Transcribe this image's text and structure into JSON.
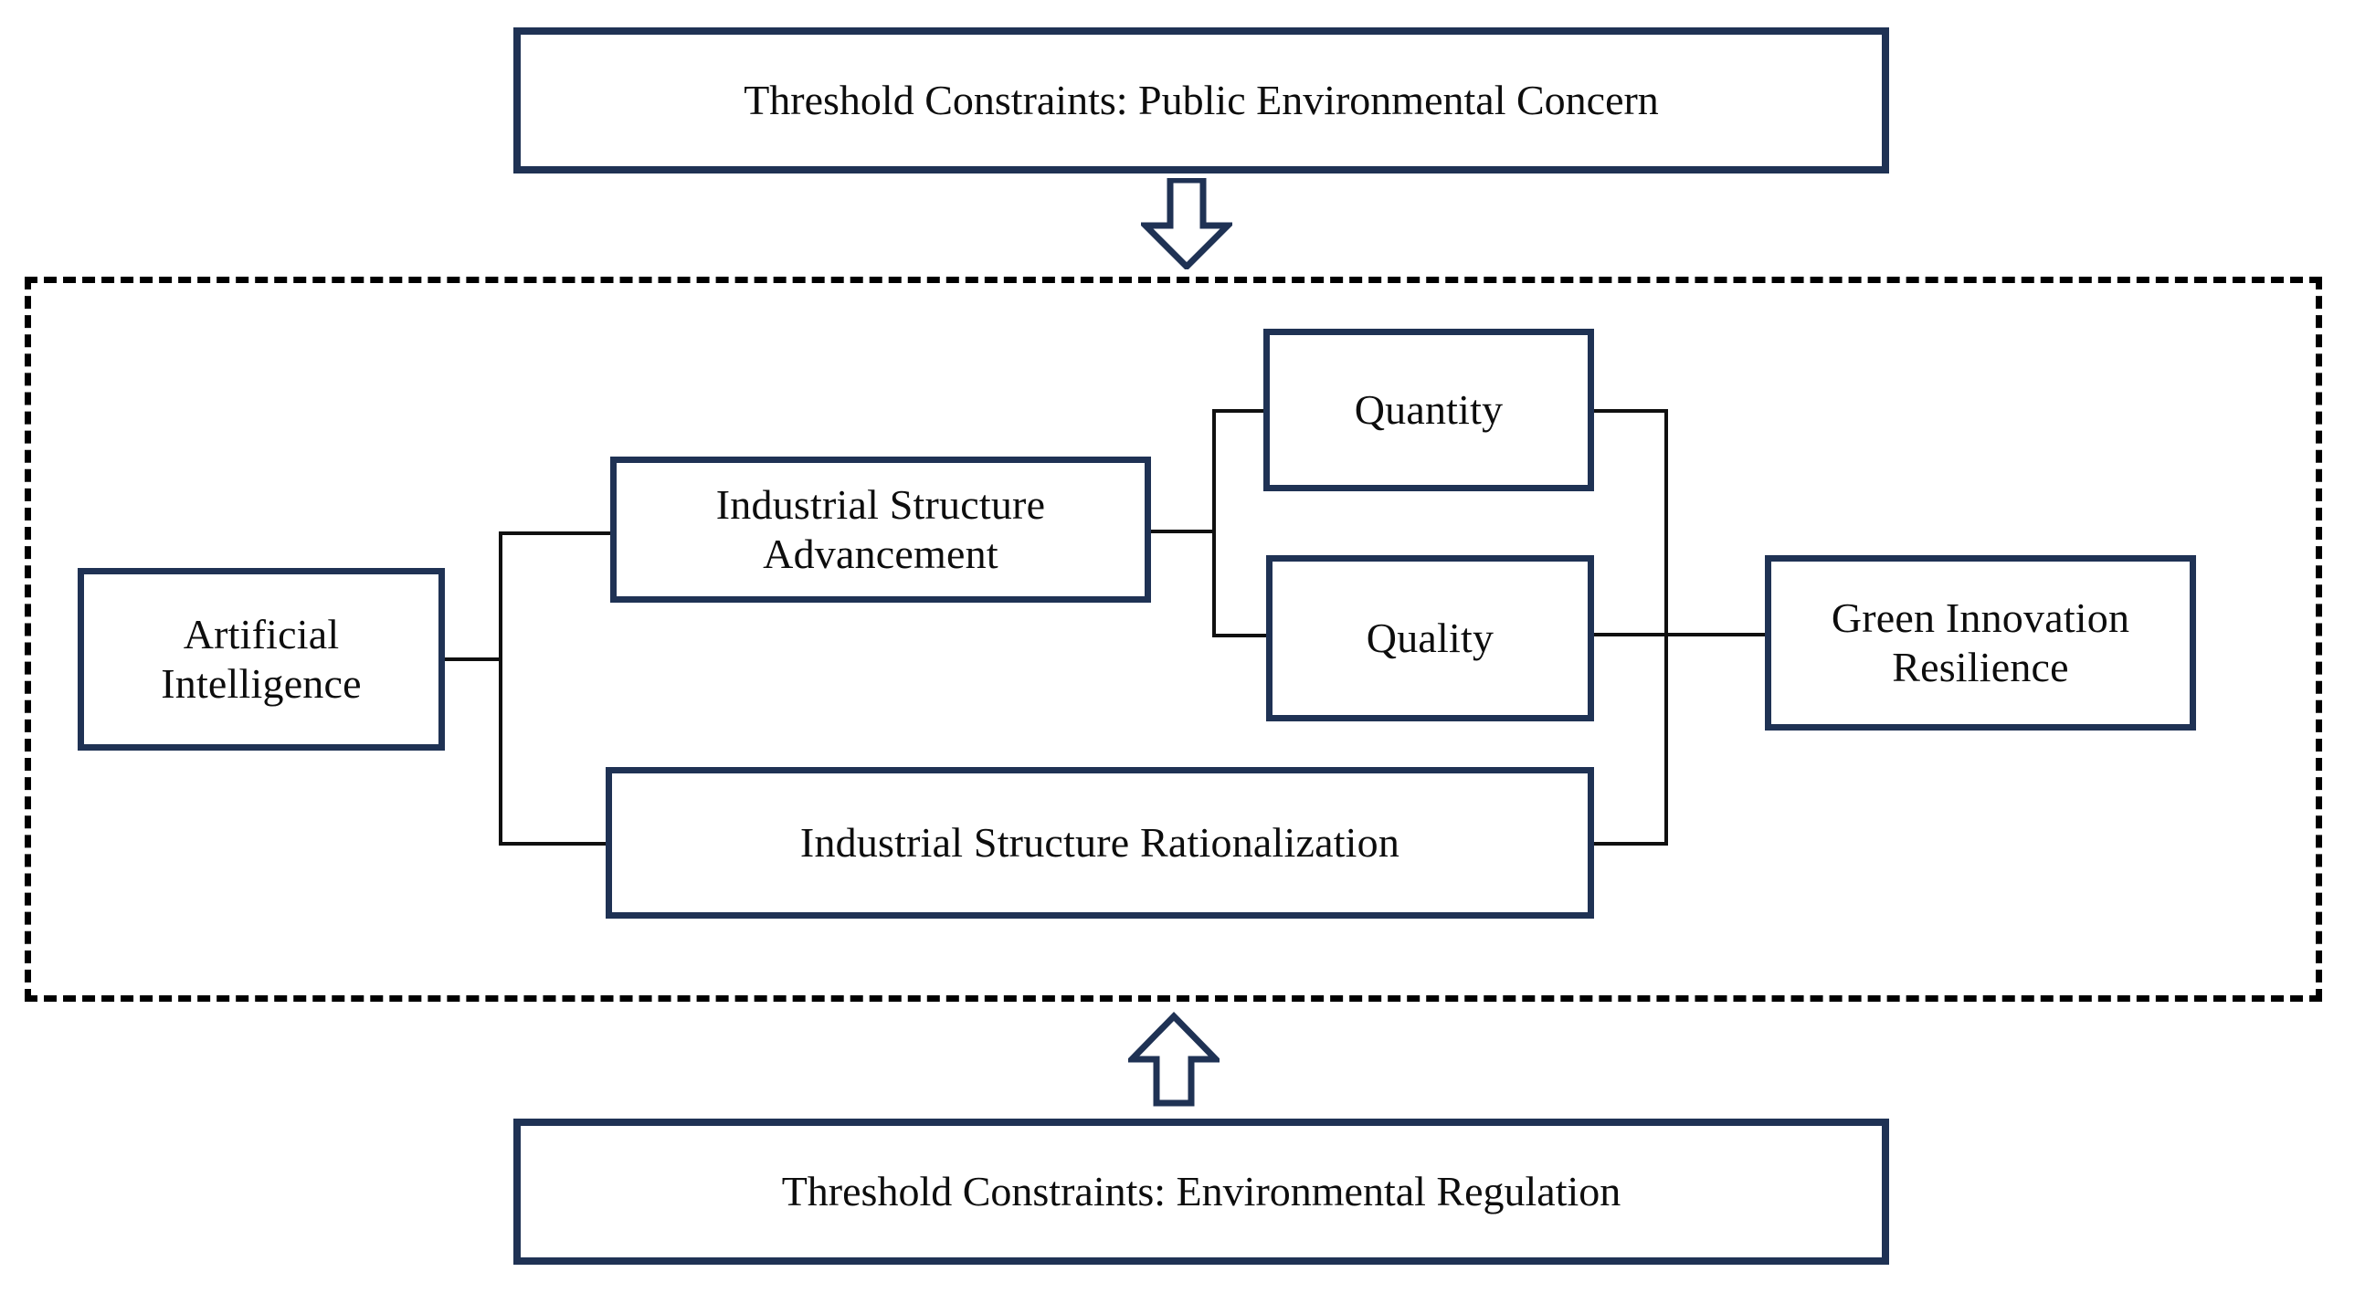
{
  "diagram": {
    "title_top": "Threshold Constraints: Public Environmental Concern",
    "title_bottom": "Threshold Constraints: Environmental Regulation",
    "colors": {
      "box_border": "#1f3254",
      "dashed_border": "#000000",
      "connector": "#101010",
      "arrow": "#1f3254",
      "text": "#0d0d0d",
      "background": "#ffffff"
    },
    "nodes": {
      "artificial_intelligence": "Artificial Intelligence",
      "industrial_structure_advancement": "Industrial Structure Advancement",
      "industrial_structure_rationalization": "Industrial Structure Rationalization",
      "quantity": "Quantity",
      "quality": "Quality",
      "green_innovation_resilience": "Green Innovation Resilience"
    },
    "arrows": {
      "top_down_arrow": "down-block-arrow",
      "bottom_up_arrow": "up-block-arrow"
    }
  }
}
